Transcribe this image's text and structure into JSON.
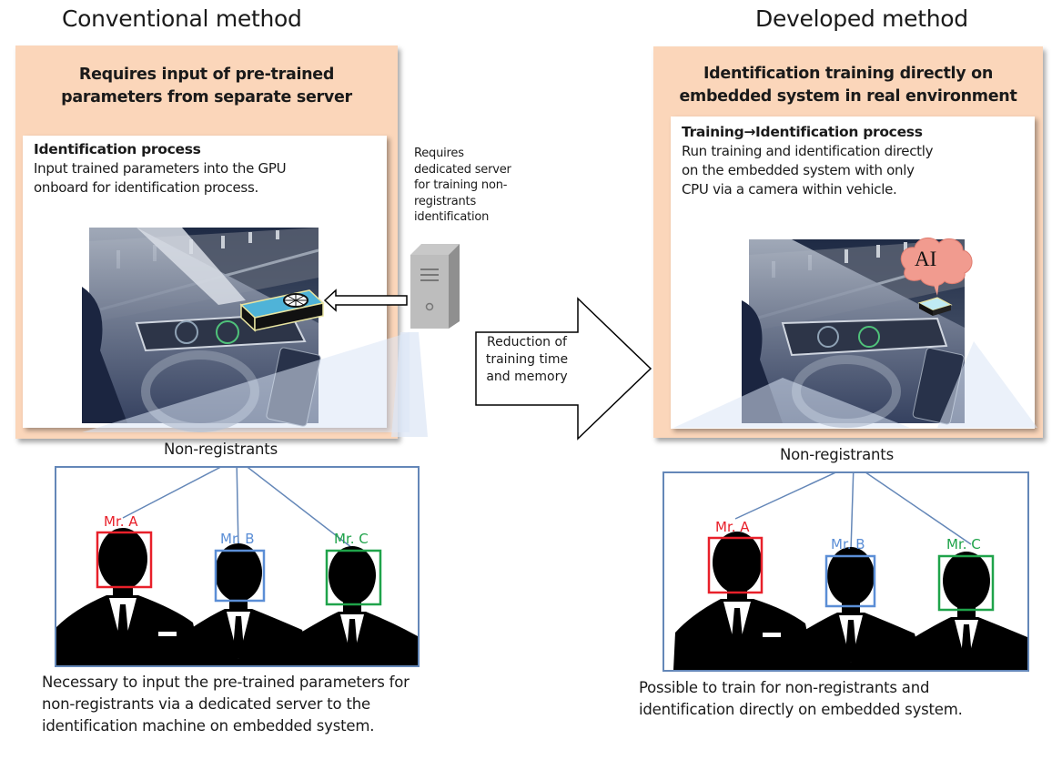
{
  "conventional": {
    "heading": "Conventional method",
    "banner_line1": "Requires input of pre-trained",
    "banner_line2": "parameters from separate server",
    "card_title": "Identification process",
    "card_line1": "Input trained parameters into the GPU",
    "card_line2": "onboard for identification process.",
    "server_note": [
      "Requires",
      "dedicated server",
      "for training non-",
      "registrants",
      "identification"
    ],
    "group_label": "Non-registrants",
    "caption": [
      "Necessary to input the pre-trained parameters for",
      "non-registrants via a dedicated server to the",
      "identification machine on embedded system."
    ]
  },
  "transition_arrow": {
    "text": [
      "Reduction of",
      "training  time",
      "and memory"
    ]
  },
  "developed": {
    "heading": "Developed method",
    "banner_line1": "Identification training directly on",
    "banner_line2": "embedded  system in real environment",
    "card_title": "Training→Identification process",
    "card_line1": "Run training and identification directly",
    "card_line2": "on the  embedded system  with only",
    "card_line3": "CPU via a camera within vehicle.",
    "ai_bubble": "AI",
    "group_label": "Non-registrants",
    "caption": [
      "Possible to train for non-registrants and",
      "identification directly on embedded system."
    ]
  },
  "persons": [
    {
      "label": "Mr. A",
      "color": "#e8202a"
    },
    {
      "label": "Mr. B",
      "color": "#5b8ed6"
    },
    {
      "label": "Mr. C",
      "color": "#1fa34a"
    }
  ],
  "colors": {
    "peach": "#fbd6ba",
    "frame_blue": "#6487b8",
    "gpu_blue": "#4fb3d8"
  }
}
